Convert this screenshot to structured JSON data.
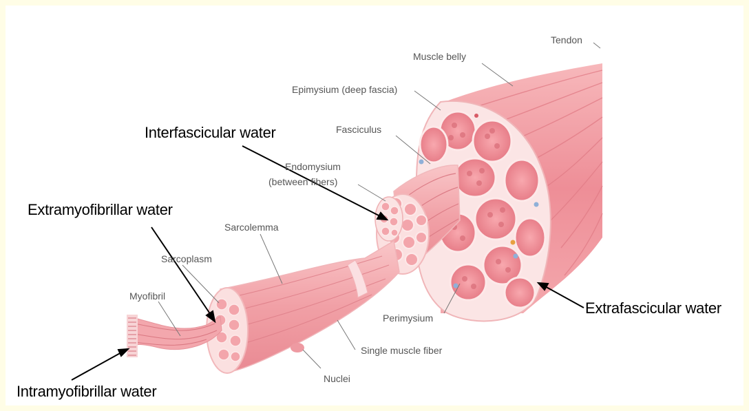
{
  "labels": {
    "tendon": "Tendon",
    "muscle_belly": "Muscle belly",
    "epimysium": "Epimysium (deep fascia)",
    "fasciculus": "Fasciculus",
    "endomysium_line1": "Endomysium",
    "endomysium_line2": "(between fibers)",
    "sarcolemma": "Sarcolemma",
    "sarcoplasm": "Sarcoplasm",
    "myofibril": "Myofibril",
    "perimysium": "Perimysium",
    "single_muscle_fiber": "Single muscle fiber",
    "nuclei": "Nuclei"
  },
  "annotations": {
    "interfascicular": "Interfascicular water",
    "extramyofibrillar": "Extramyofibrillar water",
    "extrafascicular": "Extrafascicular water",
    "intramyofibrillar": "Intramyofibrillar water"
  },
  "colors": {
    "page_border": "#fffde6",
    "muscle_pink": "#f2a0a6",
    "muscle_dark": "#d86b75",
    "muscle_light": "#fbd5d6",
    "fascia_white": "#fbe8e8",
    "label_gray": "#555555",
    "annotation_black": "#000000"
  }
}
